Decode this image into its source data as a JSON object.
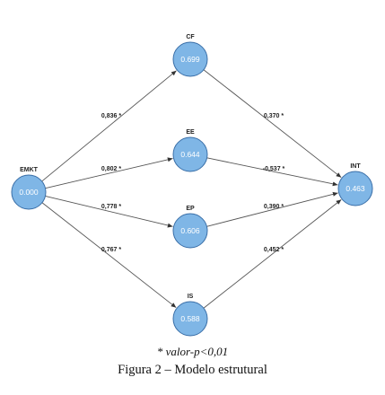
{
  "diagram": {
    "node_fill": "#7fb6e6",
    "node_stroke": "#3a6fa8",
    "edge_color": "#555555",
    "nodes": [
      {
        "id": "EMKT",
        "label": "EMKT",
        "value": "0.000"
      },
      {
        "id": "CF",
        "label": "CF",
        "value": "0.699"
      },
      {
        "id": "EE",
        "label": "EE",
        "value": "0.644"
      },
      {
        "id": "EP",
        "label": "EP",
        "value": "0.606"
      },
      {
        "id": "IS",
        "label": "IS",
        "value": "0.588"
      },
      {
        "id": "INT",
        "label": "INT",
        "value": "0.463"
      }
    ],
    "edges": [
      {
        "from": "EMKT",
        "to": "CF",
        "coef": "0,836 *"
      },
      {
        "from": "EMKT",
        "to": "EE",
        "coef": "0,802 *"
      },
      {
        "from": "EMKT",
        "to": "EP",
        "coef": "0,778 *"
      },
      {
        "from": "EMKT",
        "to": "IS",
        "coef": "0,767 *"
      },
      {
        "from": "CF",
        "to": "INT",
        "coef": "0,370 *"
      },
      {
        "from": "EE",
        "to": "INT",
        "coef": "-0,537 *"
      },
      {
        "from": "EP",
        "to": "INT",
        "coef": "0,390 *"
      },
      {
        "from": "IS",
        "to": "INT",
        "coef": "0,452 *"
      }
    ]
  },
  "caption": {
    "note": "* valor-p<0,01",
    "title": "Figura 2 – Modelo estrutural"
  }
}
